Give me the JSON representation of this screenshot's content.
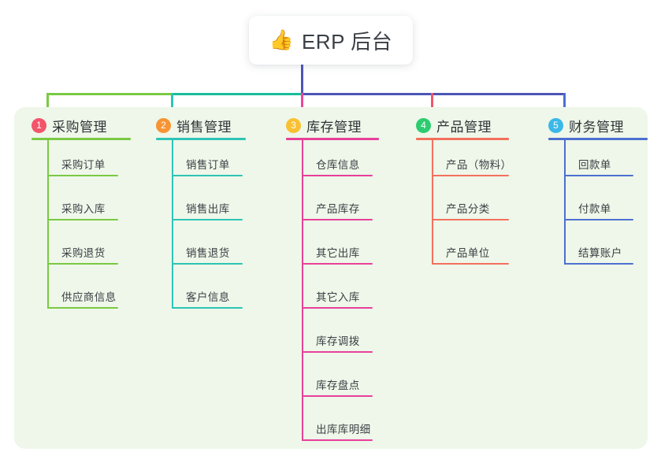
{
  "root": {
    "icon": "thumbs-up-emoji",
    "icon_glyph": "👍",
    "title": "ERP 后台"
  },
  "theme": {
    "panel_background": "#eef7e9",
    "page_background": "#ffffff",
    "root_stem_color": "#4c55b5",
    "bus_segment_1_color": "#7ac943",
    "bus_segment_2_color": "#1abc9c",
    "bus_segment_3_color": "#4c55b5",
    "title_text_color": "#3a3f45"
  },
  "columns": [
    {
      "number": "1",
      "title": "采购管理",
      "badge_color": "#f2556a",
      "line_color": "#7ac943",
      "stem_color": "#7ac943",
      "items": [
        "采购订单",
        "采购入库",
        "采购退货",
        "供应商信息"
      ]
    },
    {
      "number": "2",
      "title": "销售管理",
      "badge_color": "#f79433",
      "line_color": "#2ec4b6",
      "stem_color": "#2ec4b6",
      "items": [
        "销售订单",
        "销售出库",
        "销售退货",
        "客户信息"
      ]
    },
    {
      "number": "3",
      "title": "库存管理",
      "badge_color": "#f9c132",
      "line_color": "#e8409a",
      "stem_color": "#ec4899",
      "items": [
        "仓库信息",
        "产品库存",
        "其它出库",
        "其它入库",
        "库存调拨",
        "库存盘点",
        "出库库明细"
      ]
    },
    {
      "number": "4",
      "title": "产品管理",
      "badge_color": "#2ecc71",
      "line_color": "#f4705e",
      "stem_color": "#f4566a",
      "items": [
        "产品（物料）",
        "产品分类",
        "产品单位"
      ]
    },
    {
      "number": "5",
      "title": "财务管理",
      "badge_color": "#3bb8e8",
      "line_color": "#4c6fd0",
      "stem_color": "#4c6fd0",
      "items": [
        "回款单",
        "付款单",
        "结算账户"
      ]
    }
  ]
}
